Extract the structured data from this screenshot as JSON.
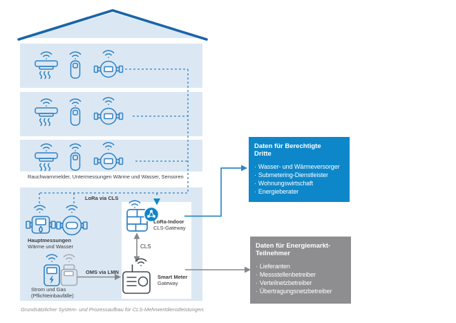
{
  "colors": {
    "accent_blue": "#0d87c9",
    "icon_blue": "#2e7fc2",
    "roof_blue": "#1b64a8",
    "light_blue": "#dbe8f4",
    "box_gray": "#8e8e90",
    "connector_gray": "#85868a",
    "device_dark": "#42484e",
    "gas_gray": "#a4a9ae",
    "text_dark": "#3b3b3b"
  },
  "house": {
    "floors_caption": "Rauchwarnmelder, Untermessungen Wärme und Wasser, Sensoren",
    "hauptmessungen_title": "Hauptmessungen",
    "hauptmessungen_subtitle": "Wärme und Wasser",
    "strom_gas_line1": "Strom und Gas",
    "strom_gas_line2": "(Pflichteinbaufälle)"
  },
  "connections": {
    "lora_via_cls": "LoRa via CLS",
    "oms_via_lmn": "OMS via LMN",
    "cls": "CLS"
  },
  "gateways": {
    "lora_indoor_line1": "LoRa-Indoor",
    "lora_indoor_line2": "CLS-Gateway",
    "smart_meter_line1": "Smart Meter",
    "smart_meter_line2": "Gateway"
  },
  "boxes": {
    "bullet_char": "·",
    "berechtigte_dritte": {
      "title_line1": "Daten für Berechtigte",
      "title_line2": "Dritte",
      "items": [
        "Wasser- und Wärmeversorger",
        "Submetering-Dienstleister",
        "Wohnungswirtschaft",
        "Energieberater"
      ]
    },
    "energiemarkt": {
      "title_line1": "Daten für Energiemarkt-",
      "title_line2": "Teilnehmer",
      "items": [
        "Lieferanten",
        "Messstellenbetreiber",
        "Verteilnetzbetreiber",
        "Übertragungsnetzbetreiber"
      ]
    }
  },
  "caption": "Grundsätzlicher System- und Prozessaufbau für CLS-Mehrwertdienstleistungen."
}
